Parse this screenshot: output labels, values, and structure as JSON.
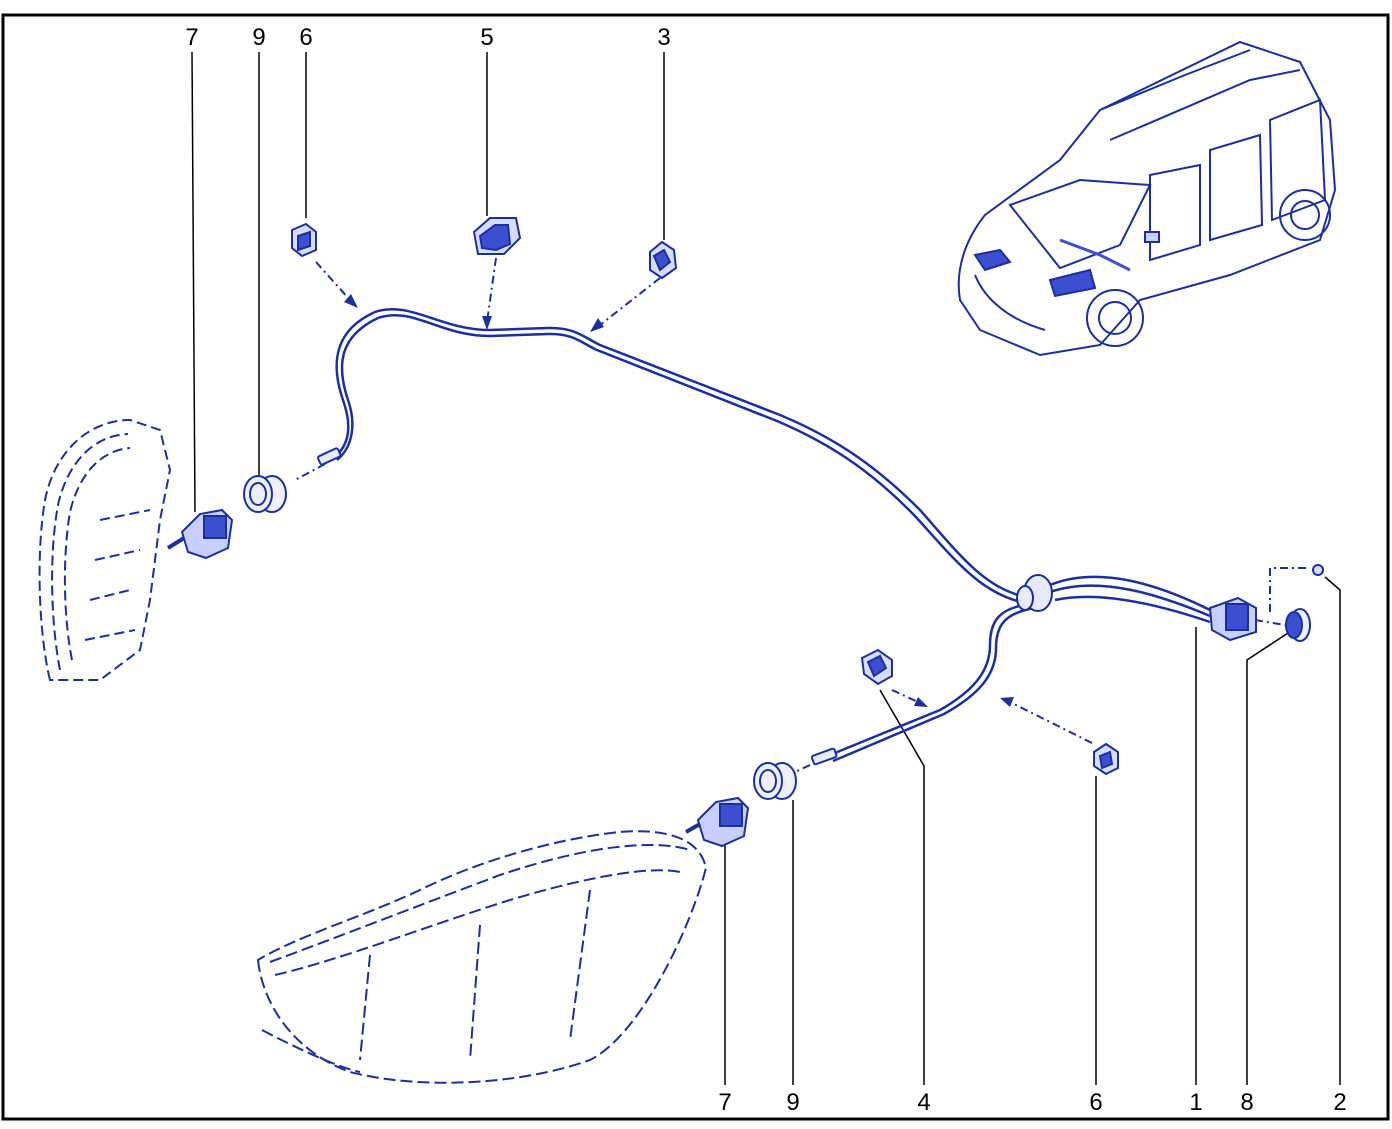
{
  "colors": {
    "line": "#1a2fa0",
    "fill": "#3b4fd0",
    "border": "#000000",
    "background": "#ffffff"
  },
  "callouts_top": [
    "7",
    "9",
    "6",
    "5",
    "3"
  ],
  "callouts_bottom": [
    "7",
    "9",
    "4",
    "6",
    "1",
    "8",
    "2"
  ]
}
